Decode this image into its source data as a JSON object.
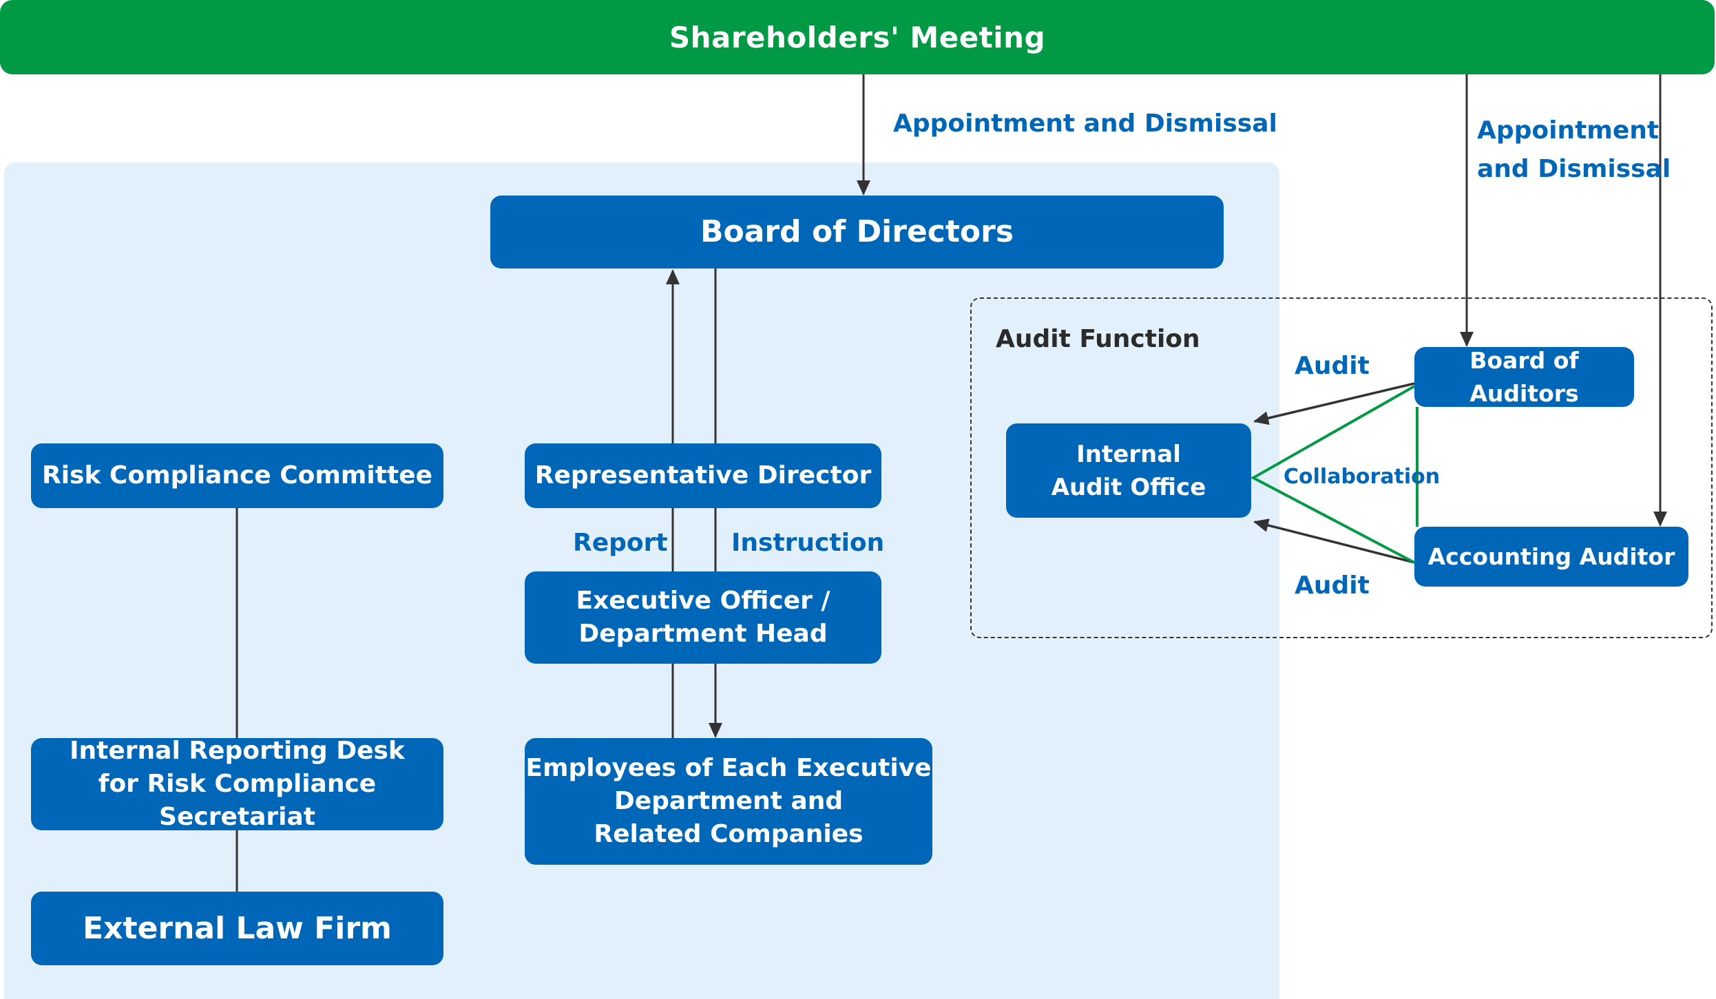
{
  "colors": {
    "green": "#009a44",
    "blue": "#0066b8",
    "panel": "#e2f0fb",
    "line": "#333333",
    "collab_line": "#009a44"
  },
  "header": {
    "title": "Shareholders' Meeting"
  },
  "labels": {
    "appointment_bod": "Appointment and Dismissal",
    "appointment_auditors_line1": "Appointment",
    "appointment_auditors_line2": "and Dismissal",
    "report": "Report",
    "instruction": "Instruction",
    "audit_top": "Audit",
    "audit_bottom": "Audit",
    "collaboration": "Collaboration",
    "audit_function": "Audit Function"
  },
  "nodes": {
    "board_of_directors": [
      "Board of Directors"
    ],
    "risk_compliance_committee": [
      "Risk Compliance Committee"
    ],
    "representative_director": [
      "Representative Director"
    ],
    "executive_officer": [
      "Executive Officer /",
      "Department Head"
    ],
    "employees": [
      "Employees of Each Executive",
      "Department and",
      "Related Companies"
    ],
    "internal_reporting_desk": [
      "Internal Reporting Desk",
      "for Risk Compliance Secretariat"
    ],
    "external_law_firm": [
      "External Law Firm"
    ],
    "internal_audit_office": [
      "Internal",
      "Audit Office"
    ],
    "board_of_auditors": [
      "Board of Auditors"
    ],
    "accounting_auditor": [
      "Accounting Auditor"
    ]
  }
}
